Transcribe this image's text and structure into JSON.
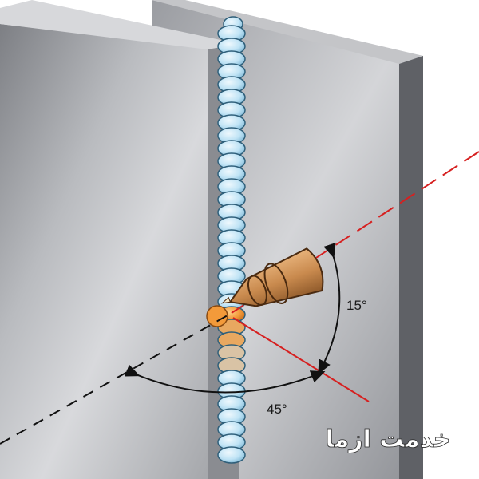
{
  "labels": {
    "angle_15": "15°",
    "angle_45": "45°"
  },
  "watermark": {
    "text": "خدمت ازما"
  },
  "weld": {
    "cold_bead_color": "#bfe3f5",
    "hot_bead_color": "#f39a3a",
    "fresh_bead_color": "#e8a860"
  },
  "colors": {
    "work_angle_line": "#d62020",
    "dimension_line": "#111111",
    "nozzle": "#c98a4e"
  }
}
